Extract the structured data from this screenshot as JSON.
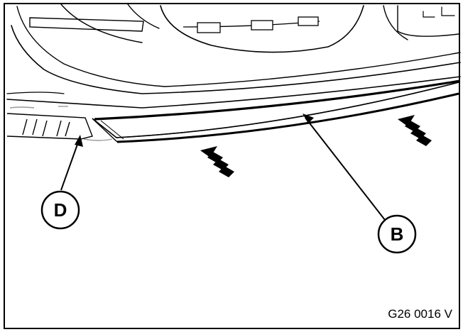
{
  "diagram": {
    "figure_id": "G26 0016 V",
    "callouts": [
      {
        "letter": "D"
      },
      {
        "letter": "B"
      }
    ],
    "colors": {
      "line": "#000000",
      "background": "#ffffff",
      "light_gray": "#999999"
    }
  }
}
